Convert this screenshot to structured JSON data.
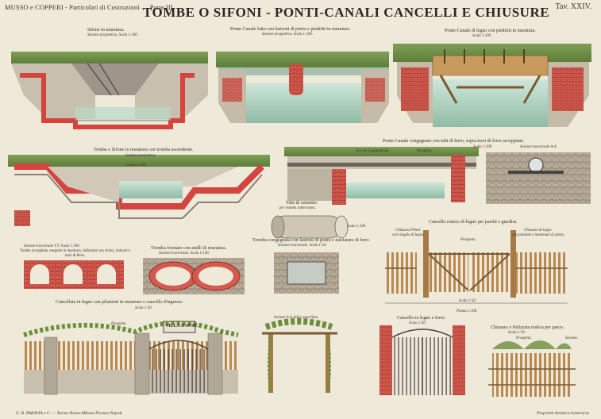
{
  "header": {
    "left": "MUSSO e COPPERI - Particolari di Costruzioni — Parte III.",
    "title": "TOMBE O SIFONI - PONTI-CANALI   CANCELLI E CHIUSURE",
    "plate": "Tav. XXIV."
  },
  "row1": {
    "fig1": {
      "title": "Sifone in muratura.",
      "sub": "Sezione prospettica.   Scala 1:100."
    },
    "fig2": {
      "title": "Ponte-Canale fatto con lastroni di pietra e piedritti in muratura.",
      "sub": "Sezione prospettica.   Scala 1:100."
    },
    "fig3": {
      "title": "Ponte-Canale di legno con piedritti in muratura.",
      "sub": "Scala 1:100."
    }
  },
  "row2": {
    "fig4": {
      "title": "Tomba o Sifone in muratura con tromba ascendente.",
      "sub": "Sezione prospettica.",
      "scale": "Scala 1:100."
    },
    "fig5": {
      "title": "Ponte-Canale congegnato con tubi di ferro, sopra travi di ferro accoppiate.",
      "scale": "Scala 1:100.",
      "sec1": "Sezione longitudinale.",
      "sec2": "Prospetto.",
      "sec3": "Sezione trasversale A-A."
    },
    "fig6": {
      "title": "Tubi di cemento",
      "sub": "per tromba sotterranea.",
      "scale": "Scala 1:100."
    }
  },
  "row3": {
    "fig7": {
      "title": "Sezione trasversale Y.Y. Scala 1:100.",
      "sub": "Tombe accoppiate, eseguite in muratura, rinforzate con chiavi, bolzoni e travi di ferro."
    },
    "fig8": {
      "title": "Tromba formato con anelli di muratura.",
      "sub": "Sezione trasversale.   Scala 1:100."
    },
    "fig9": {
      "title": "Tromba congegnata con lastroni di pietra e fasciature di ferro",
      "sub": "Sezione trasversale.   Scala 1:50."
    },
    "fig10": {
      "title": "Cancello rustico di legno per parchi e giardini.",
      "l1": "Chiusura Piliari",
      "l2": "con ritaglio di legno.",
      "l3": "Prospetto.",
      "l4": "Chiusura di legno",
      "l5": "con piantoni e mantenuti di pietra.",
      "scale": "Scala 1:50.",
      "pianta": "Pianta 1:100."
    }
  },
  "row4": {
    "fig11": {
      "title": "Cancellata in legno con pilastrini in muratura e cancello d'ingresso",
      "scale": "Scala 1:50.",
      "view": "Prospetto.",
      "sign": "VILLA DANTE"
    },
    "fig12": {
      "title": "Sezione A-A della cancellata."
    },
    "fig13": {
      "title": "Cancello in legno e ferro.",
      "scale": "Scala 1:50."
    },
    "fig14": {
      "title": "Chiusura o Palizzata rustica per parco.",
      "scale": "Scala 1:50.",
      "view": "Prospetto.",
      "sec": "Sezione."
    }
  },
  "footer": {
    "left": "G. B. PARAVIA e C. — Torino-Roma-Milano-Firenze-Napoli.",
    "right": "Proprietà Artistico-Letteraria."
  },
  "colors": {
    "paper": "#efe9da",
    "brick": "#d4453f",
    "stone": "#a89f8e",
    "water": "#b9d8c6",
    "wood": "#c89a5e",
    "leaf": "#6c8f3e"
  }
}
